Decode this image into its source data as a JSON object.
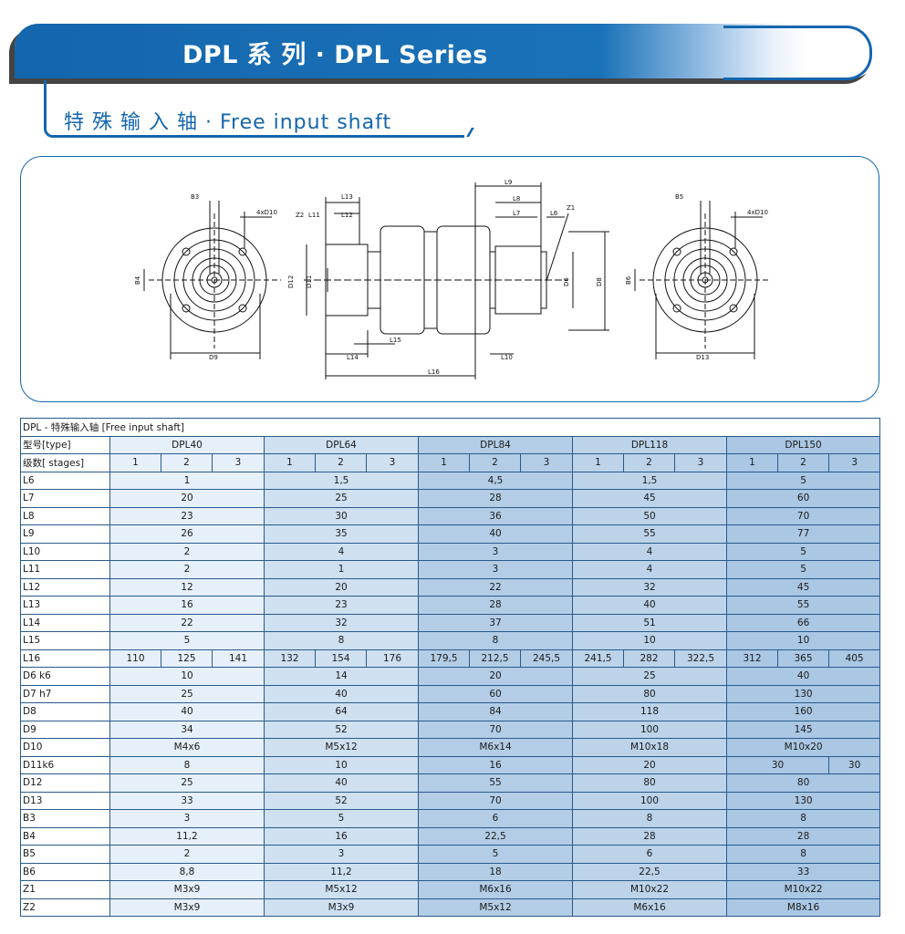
{
  "header": {
    "title": "DPL 系 列 · DPL Series",
    "subtitle": "特 殊 输 入 轴 · Free input shaft"
  },
  "drawing": {
    "labels": [
      "B3",
      "4xD10",
      "B4",
      "D9",
      "Z2",
      "L11",
      "L13",
      "L12",
      "D12",
      "D11",
      "L15",
      "L14",
      "L16",
      "L9",
      "L8",
      "L7",
      "L6",
      "Z1",
      "D6",
      "D8",
      "L10",
      "B5",
      "4xD10",
      "B6",
      "D13"
    ]
  },
  "table": {
    "caption": "DPL - 特殊输入轴 [Free input shaft]",
    "type_label": "型号[type]",
    "stages_label": "级数[ stages]",
    "models": [
      "DPL40",
      "DPL64",
      "DPL84",
      "DPL118",
      "DPL150"
    ],
    "stages": [
      "1",
      "2",
      "3"
    ],
    "rows": [
      {
        "label": "L6",
        "values": [
          "1",
          "1,5",
          "4,5",
          "1,5",
          "5"
        ]
      },
      {
        "label": "L7",
        "values": [
          "20",
          "25",
          "28",
          "45",
          "60"
        ]
      },
      {
        "label": "L8",
        "values": [
          "23",
          "30",
          "36",
          "50",
          "70"
        ]
      },
      {
        "label": "L9",
        "values": [
          "26",
          "35",
          "40",
          "55",
          "77"
        ]
      },
      {
        "label": "L10",
        "values": [
          "2",
          "4",
          "3",
          "4",
          "5"
        ]
      },
      {
        "label": "L11",
        "values": [
          "2",
          "1",
          "3",
          "4",
          "5"
        ]
      },
      {
        "label": "L12",
        "values": [
          "12",
          "20",
          "22",
          "32",
          "45"
        ]
      },
      {
        "label": "L13",
        "values": [
          "16",
          "23",
          "28",
          "40",
          "55"
        ]
      },
      {
        "label": "L14",
        "values": [
          "22",
          "32",
          "37",
          "51",
          "66"
        ]
      },
      {
        "label": "L15",
        "values": [
          "5",
          "8",
          "8",
          "10",
          "10"
        ]
      },
      {
        "label": "L16",
        "split": [
          [
            "110",
            "125",
            "141"
          ],
          [
            "132",
            "154",
            "176"
          ],
          [
            "179,5",
            "212,5",
            "245,5"
          ],
          [
            "241,5",
            "282",
            "322,5"
          ],
          [
            "312",
            "365",
            "405"
          ]
        ]
      },
      {
        "label": "D6 k6",
        "values": [
          "10",
          "14",
          "20",
          "25",
          "40"
        ]
      },
      {
        "label": "D7 h7",
        "values": [
          "25",
          "40",
          "60",
          "80",
          "130"
        ]
      },
      {
        "label": "D8",
        "values": [
          "40",
          "64",
          "84",
          "118",
          "160"
        ]
      },
      {
        "label": "D9",
        "values": [
          "34",
          "52",
          "70",
          "100",
          "145"
        ]
      },
      {
        "label": "D10",
        "values": [
          "M4x6",
          "M5x12",
          "M6x14",
          "M10x18",
          "M10x20"
        ]
      },
      {
        "label": "D11k6",
        "values": [
          "8",
          "10",
          "16",
          "20",
          "30"
        ],
        "extra": "30"
      },
      {
        "label": "D12",
        "values": [
          "25",
          "40",
          "55",
          "80",
          "80"
        ]
      },
      {
        "label": "D13",
        "values": [
          "33",
          "52",
          "70",
          "100",
          "130"
        ]
      },
      {
        "label": "B3",
        "values": [
          "3",
          "5",
          "6",
          "8",
          "8"
        ]
      },
      {
        "label": "B4",
        "values": [
          "11,2",
          "16",
          "22,5",
          "28",
          "28"
        ]
      },
      {
        "label": "B5",
        "values": [
          "2",
          "3",
          "5",
          "6",
          "8"
        ]
      },
      {
        "label": "B6",
        "values": [
          "8,8",
          "11,2",
          "18",
          "22,5",
          "33"
        ]
      },
      {
        "label": "Z1",
        "values": [
          "M3x9",
          "M5x12",
          "M6x16",
          "M10x22",
          "M10x22"
        ]
      },
      {
        "label": "Z2",
        "values": [
          "M3x9",
          "M3x9",
          "M5x12",
          "M6x16",
          "M8x16"
        ]
      }
    ]
  }
}
